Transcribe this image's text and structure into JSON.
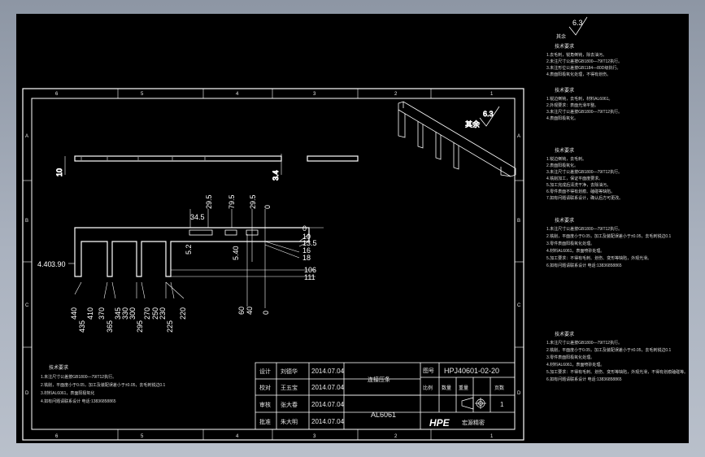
{
  "colors": {
    "background": "#000000",
    "line": "#ffffff",
    "outer_bg": "#9aa3b0"
  },
  "zone_labels": {
    "top": [
      "6",
      "5",
      "4",
      "3",
      "2",
      "1"
    ],
    "side": [
      "A",
      "B",
      "C",
      "D"
    ],
    "bottom": [
      "6",
      "5",
      "4",
      "3",
      "2",
      "1"
    ]
  },
  "front_view": {
    "dims_left": [
      "10"
    ],
    "dims_right": [
      "3.4"
    ]
  },
  "plan_view": {
    "top_dims": [
      "34.5",
      "29.5",
      "79.5",
      "29.5",
      "0"
    ],
    "left_dims": [
      "4.40",
      "3.90"
    ],
    "inner_dims": [
      "5.2",
      "5.40"
    ],
    "right_dims": [
      "0",
      "10",
      "13.5",
      "16",
      "18",
      "106",
      "111"
    ],
    "bottom_dims": [
      "440",
      "435",
      "410",
      "370",
      "365",
      "345",
      "330",
      "300",
      "295",
      "270",
      "250",
      "230",
      "225",
      "220",
      "60",
      "40",
      "0"
    ]
  },
  "surface_finish": {
    "main": "6.3",
    "note_prefix": "其余"
  },
  "notes_left": {
    "title": "技术要求",
    "lines": [
      "1.未注尺寸公差按GB1800—79IT12执行。",
      "2.铣削，平面度小于0.05，加工及装配误差小于±0.05，去毛刺锐边0.1",
      "3.材料AL6061，表面阳极氧化",
      "4.如有问题请联系设计 电话:13836858865"
    ]
  },
  "notes_right_top": {
    "roughness": "6.3",
    "label": "其余",
    "title": "技术要求",
    "lines": [
      "1.去毛刺，锐角倒钝，除去油污。",
      "2.未注尺寸公差按GB1800—79IT12执行。",
      "3.未注形位公差按GB1184—80D级执行。",
      "4.表面阳极氧化处理，不得有划伤。"
    ]
  },
  "notes_right_2": {
    "title": "技术要求",
    "lines": [
      "1.锐边倒钝，去毛刺，材料AL6061。",
      "2.外观要求：表面光滑平整。",
      "3.未注尺寸公差按GB1800—79IT12执行。",
      "4.表面阳极氧化。"
    ]
  },
  "notes_right_3": {
    "title": "技术要求",
    "lines": [
      "1.锐边倒钝，去毛刺。",
      "2.表面阳极氧化。",
      "3.未注尺寸公差按GB1800—79IT12执行。",
      "4.铣削加工，保证平面度要求。",
      "5.加工完成后清洗干净，去除油污。",
      "6.零件表面不得有划痕、磕碰等缺陷。",
      "7.如有问题请联系设计，确认后方可更改。"
    ]
  },
  "notes_right_4": {
    "title": "技术要求",
    "lines": [
      "1.未注尺寸公差按GB1800—79IT12执行。",
      "2.铣削，平面度小于0.05，加工及装配误差小于±0.05，去毛刺锐边0.1",
      "3.零件表面阳极氧化处理。",
      "4.材料AL6061，表面喷砂处理。",
      "5.加工要求：不得有毛刺、划伤、变形等缺陷，外观光滑。",
      "6.如有问题请联系设计 电话:13836858865"
    ]
  },
  "notes_right_5": {
    "title": "技术要求",
    "lines": [
      "1.未注尺寸公差按GB1800—79IT12执行。",
      "2.铣削，平面度小于0.05，加工及装配误差小于±0.05，去毛刺锐边0.1",
      "3.零件表面阳极氧化处理。",
      "4.材料AL6061，表面喷砂处理。",
      "5.加工要求：不得有毛刺、划伤、变形等缺陷，外观光滑，不得有划痕磕碰等。",
      "6.如有问题请联系设计 电话:13836858865"
    ]
  },
  "title_block": {
    "rows": [
      {
        "role": "设计",
        "name": "刘德华",
        "date": "2014.07.04"
      },
      {
        "role": "校对",
        "name": "王五宝",
        "date": "2014.07.04"
      },
      {
        "role": "审核",
        "name": "张大春",
        "date": "2014.07.04"
      },
      {
        "role": "批准",
        "name": "朱大明",
        "date": "2014.07.04"
      }
    ],
    "part_name": "连接压条",
    "material": "AL6061",
    "drawing_no_label": "图号",
    "drawing_no": "HPJ40601-02-20",
    "scale_label": "比例",
    "qty_label": "数量",
    "weight_label": "重量",
    "sheet_label": "页数",
    "sheet_value": "1",
    "logo": "HPE",
    "company": "宏源精密"
  }
}
